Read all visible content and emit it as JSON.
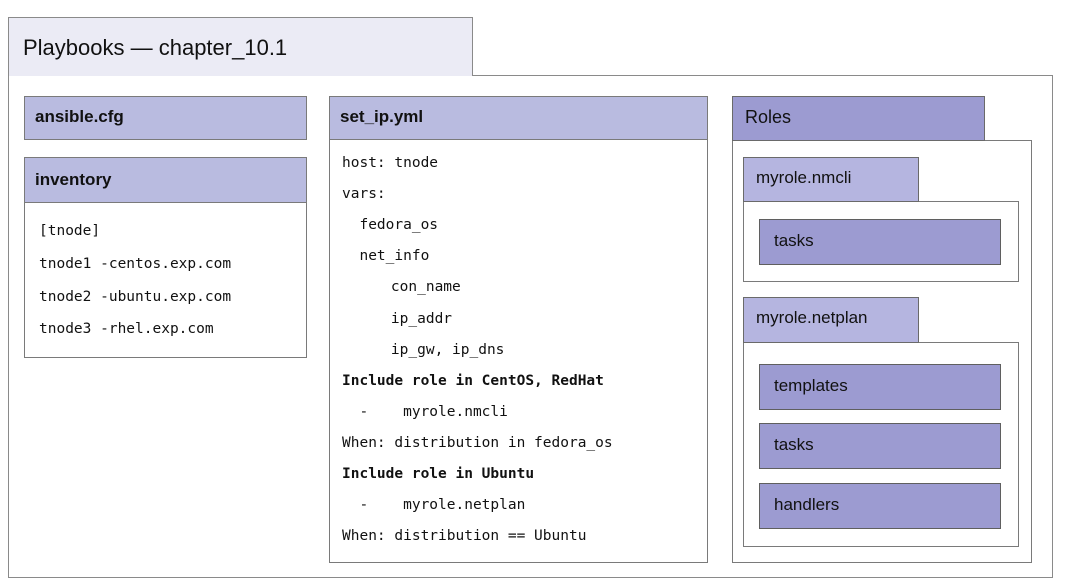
{
  "title": "Playbooks — chapter_10.1",
  "ansible_cfg": {
    "label": "ansible.cfg"
  },
  "inventory": {
    "label": "inventory",
    "lines": [
      "[tnode]",
      "tnode1 -centos.exp.com",
      "tnode2 -ubuntu.exp.com",
      "tnode3 -rhel.exp.com"
    ]
  },
  "set_ip": {
    "label": "set_ip.yml",
    "lines": [
      "host: tnode",
      "vars:",
      "  fedora_os",
      "  net_info",
      "    con_name",
      "    ip_addr",
      "    ip_gw, ip_dns",
      "Include role in CentOS, RedHat",
      "  -    myrole.nmcli",
      "When: distribution in fedora_os",
      "Include role in Ubuntu",
      "  -    myrole.netplan",
      "When: distribution == Ubuntu"
    ]
  },
  "roles": {
    "label": "Roles",
    "nmcli": {
      "label": "myrole.nmcli",
      "items": [
        "tasks"
      ]
    },
    "netplan": {
      "label": "myrole.netplan",
      "items": [
        "templates",
        "tasks",
        "handlers"
      ]
    }
  },
  "colors": {
    "header": "#b9bbe0",
    "roles_tab": "#9c9bd1",
    "role_tab": "#b5b5e0",
    "item": "#9c9bd1"
  }
}
